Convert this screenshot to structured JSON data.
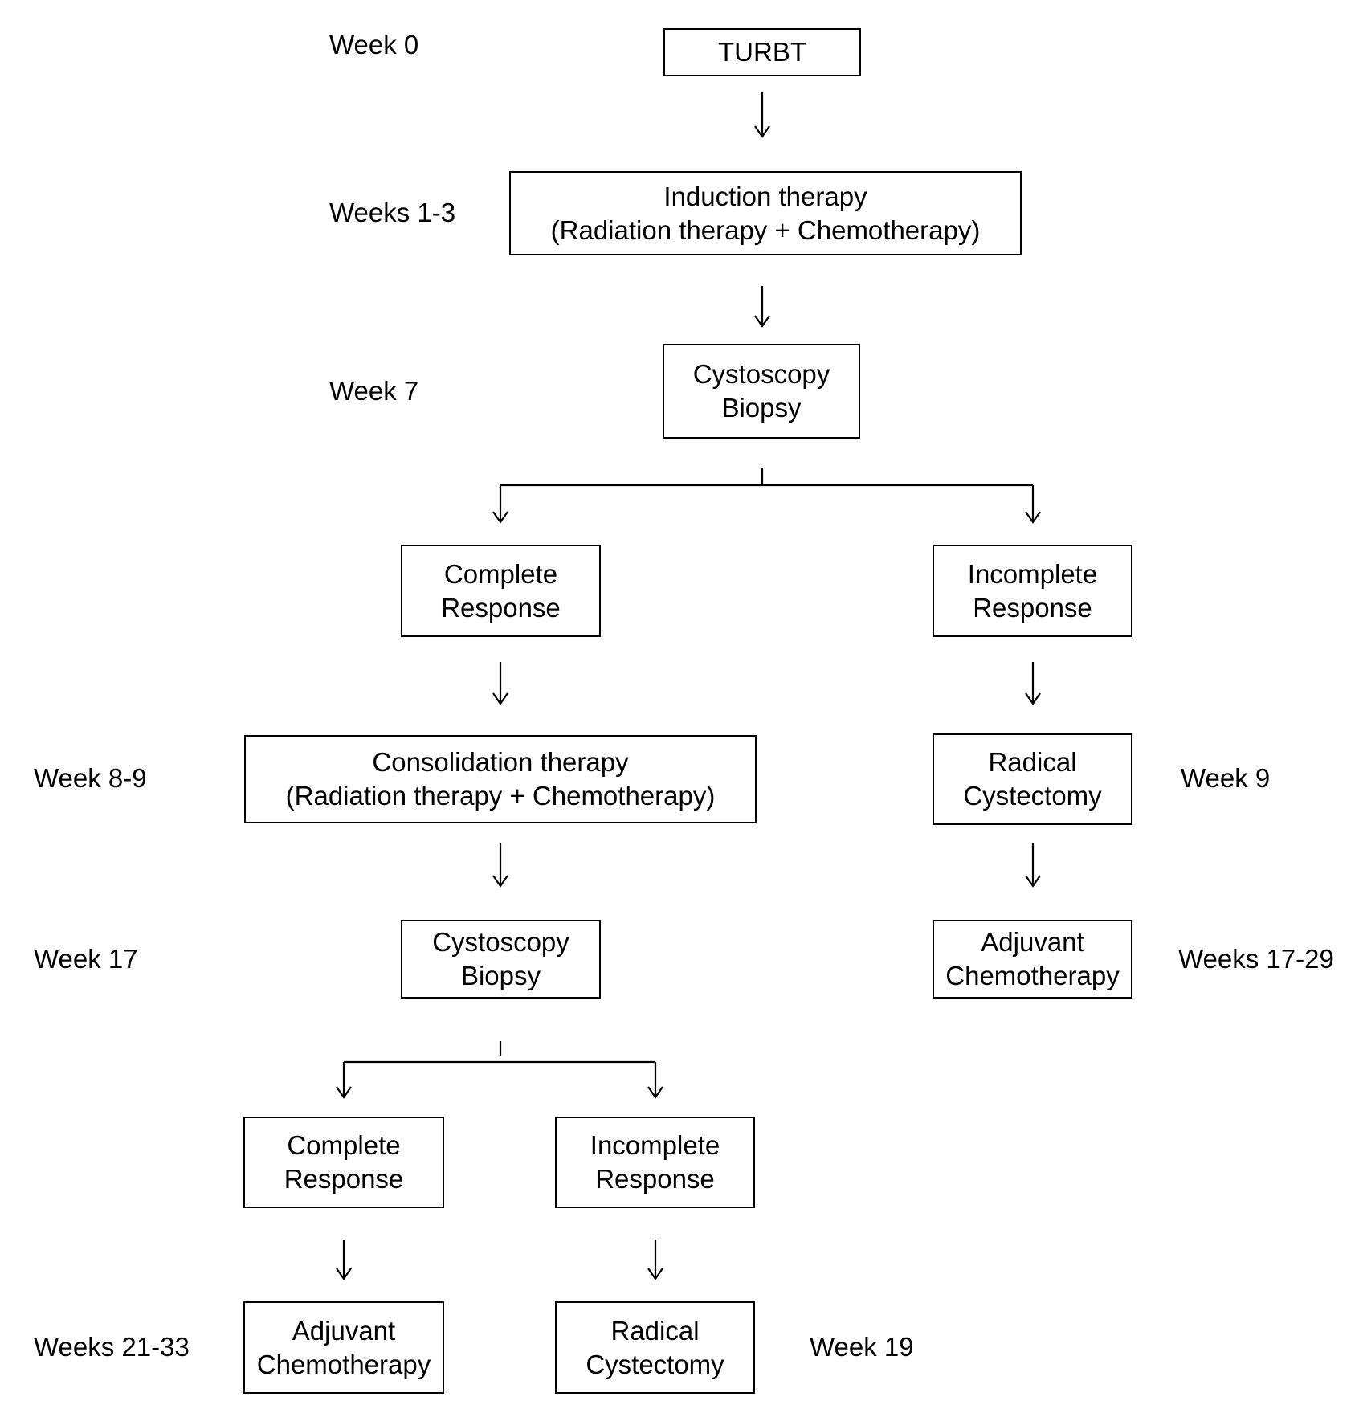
{
  "diagram": {
    "description": "Trimodality bladder-preservation treatment flowchart",
    "colors": {
      "background": "#ffffff",
      "line": "#000000",
      "text": "#000000"
    },
    "nodes": {
      "turbt": {
        "label": "TURBT"
      },
      "induction": {
        "line1": "Induction therapy",
        "line2": "(Radiation therapy + Chemotherapy)"
      },
      "cystoscopy1": {
        "line1": "Cystoscopy",
        "line2": "Biopsy"
      },
      "complete1": {
        "line1": "Complete",
        "line2": "Response"
      },
      "incomplete1": {
        "line1": "Incomplete",
        "line2": "Response"
      },
      "consolidation": {
        "line1": "Consolidation therapy",
        "line2": "(Radiation therapy + Chemotherapy)"
      },
      "radical1": {
        "line1": "Radical",
        "line2": "Cystectomy"
      },
      "cystoscopy2": {
        "line1": "Cystoscopy",
        "line2": "Biopsy"
      },
      "adjuvant1": {
        "line1": "Adjuvant",
        "line2": "Chemotherapy"
      },
      "complete2": {
        "line1": "Complete",
        "line2": "Response"
      },
      "incomplete2": {
        "line1": "Incomplete",
        "line2": "Response"
      },
      "adjuvant2": {
        "line1": "Adjuvant",
        "line2": "Chemotherapy"
      },
      "radical2": {
        "line1": "Radical",
        "line2": "Cystectomy"
      }
    },
    "timeline_labels": {
      "week0": "Week 0",
      "weeks1_3": "Weeks 1-3",
      "week7": "Week 7",
      "week8_9": "Week 8-9",
      "week9": "Week 9",
      "week17": "Week 17",
      "weeks17_29": "Weeks 17-29",
      "weeks21_33": "Weeks 21-33",
      "week19": "Week 19"
    }
  }
}
